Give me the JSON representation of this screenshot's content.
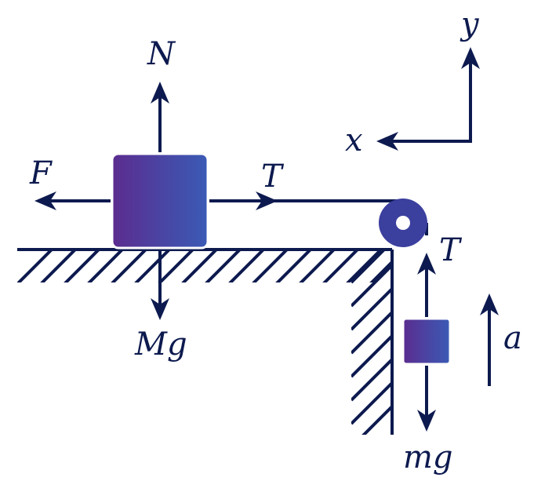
{
  "diagram": {
    "colors": {
      "ink": "#0d1a4f",
      "block_gradient_start": "#5b2c8f",
      "block_gradient_end": "#3a5bb5",
      "pulley_fill": "#3b3f9e",
      "pulley_hub": "#ffffff"
    },
    "labels": {
      "normal": "N",
      "applied_force": "F",
      "tension_horizontal": "T",
      "weight_large": "Mg",
      "tension_vertical": "T",
      "weight_small": "mg",
      "acceleration": "a",
      "axis_x": "x",
      "axis_y": "y"
    },
    "icons": {
      "pulley": "pulley-icon",
      "arrowhead": "arrowhead-icon"
    }
  }
}
